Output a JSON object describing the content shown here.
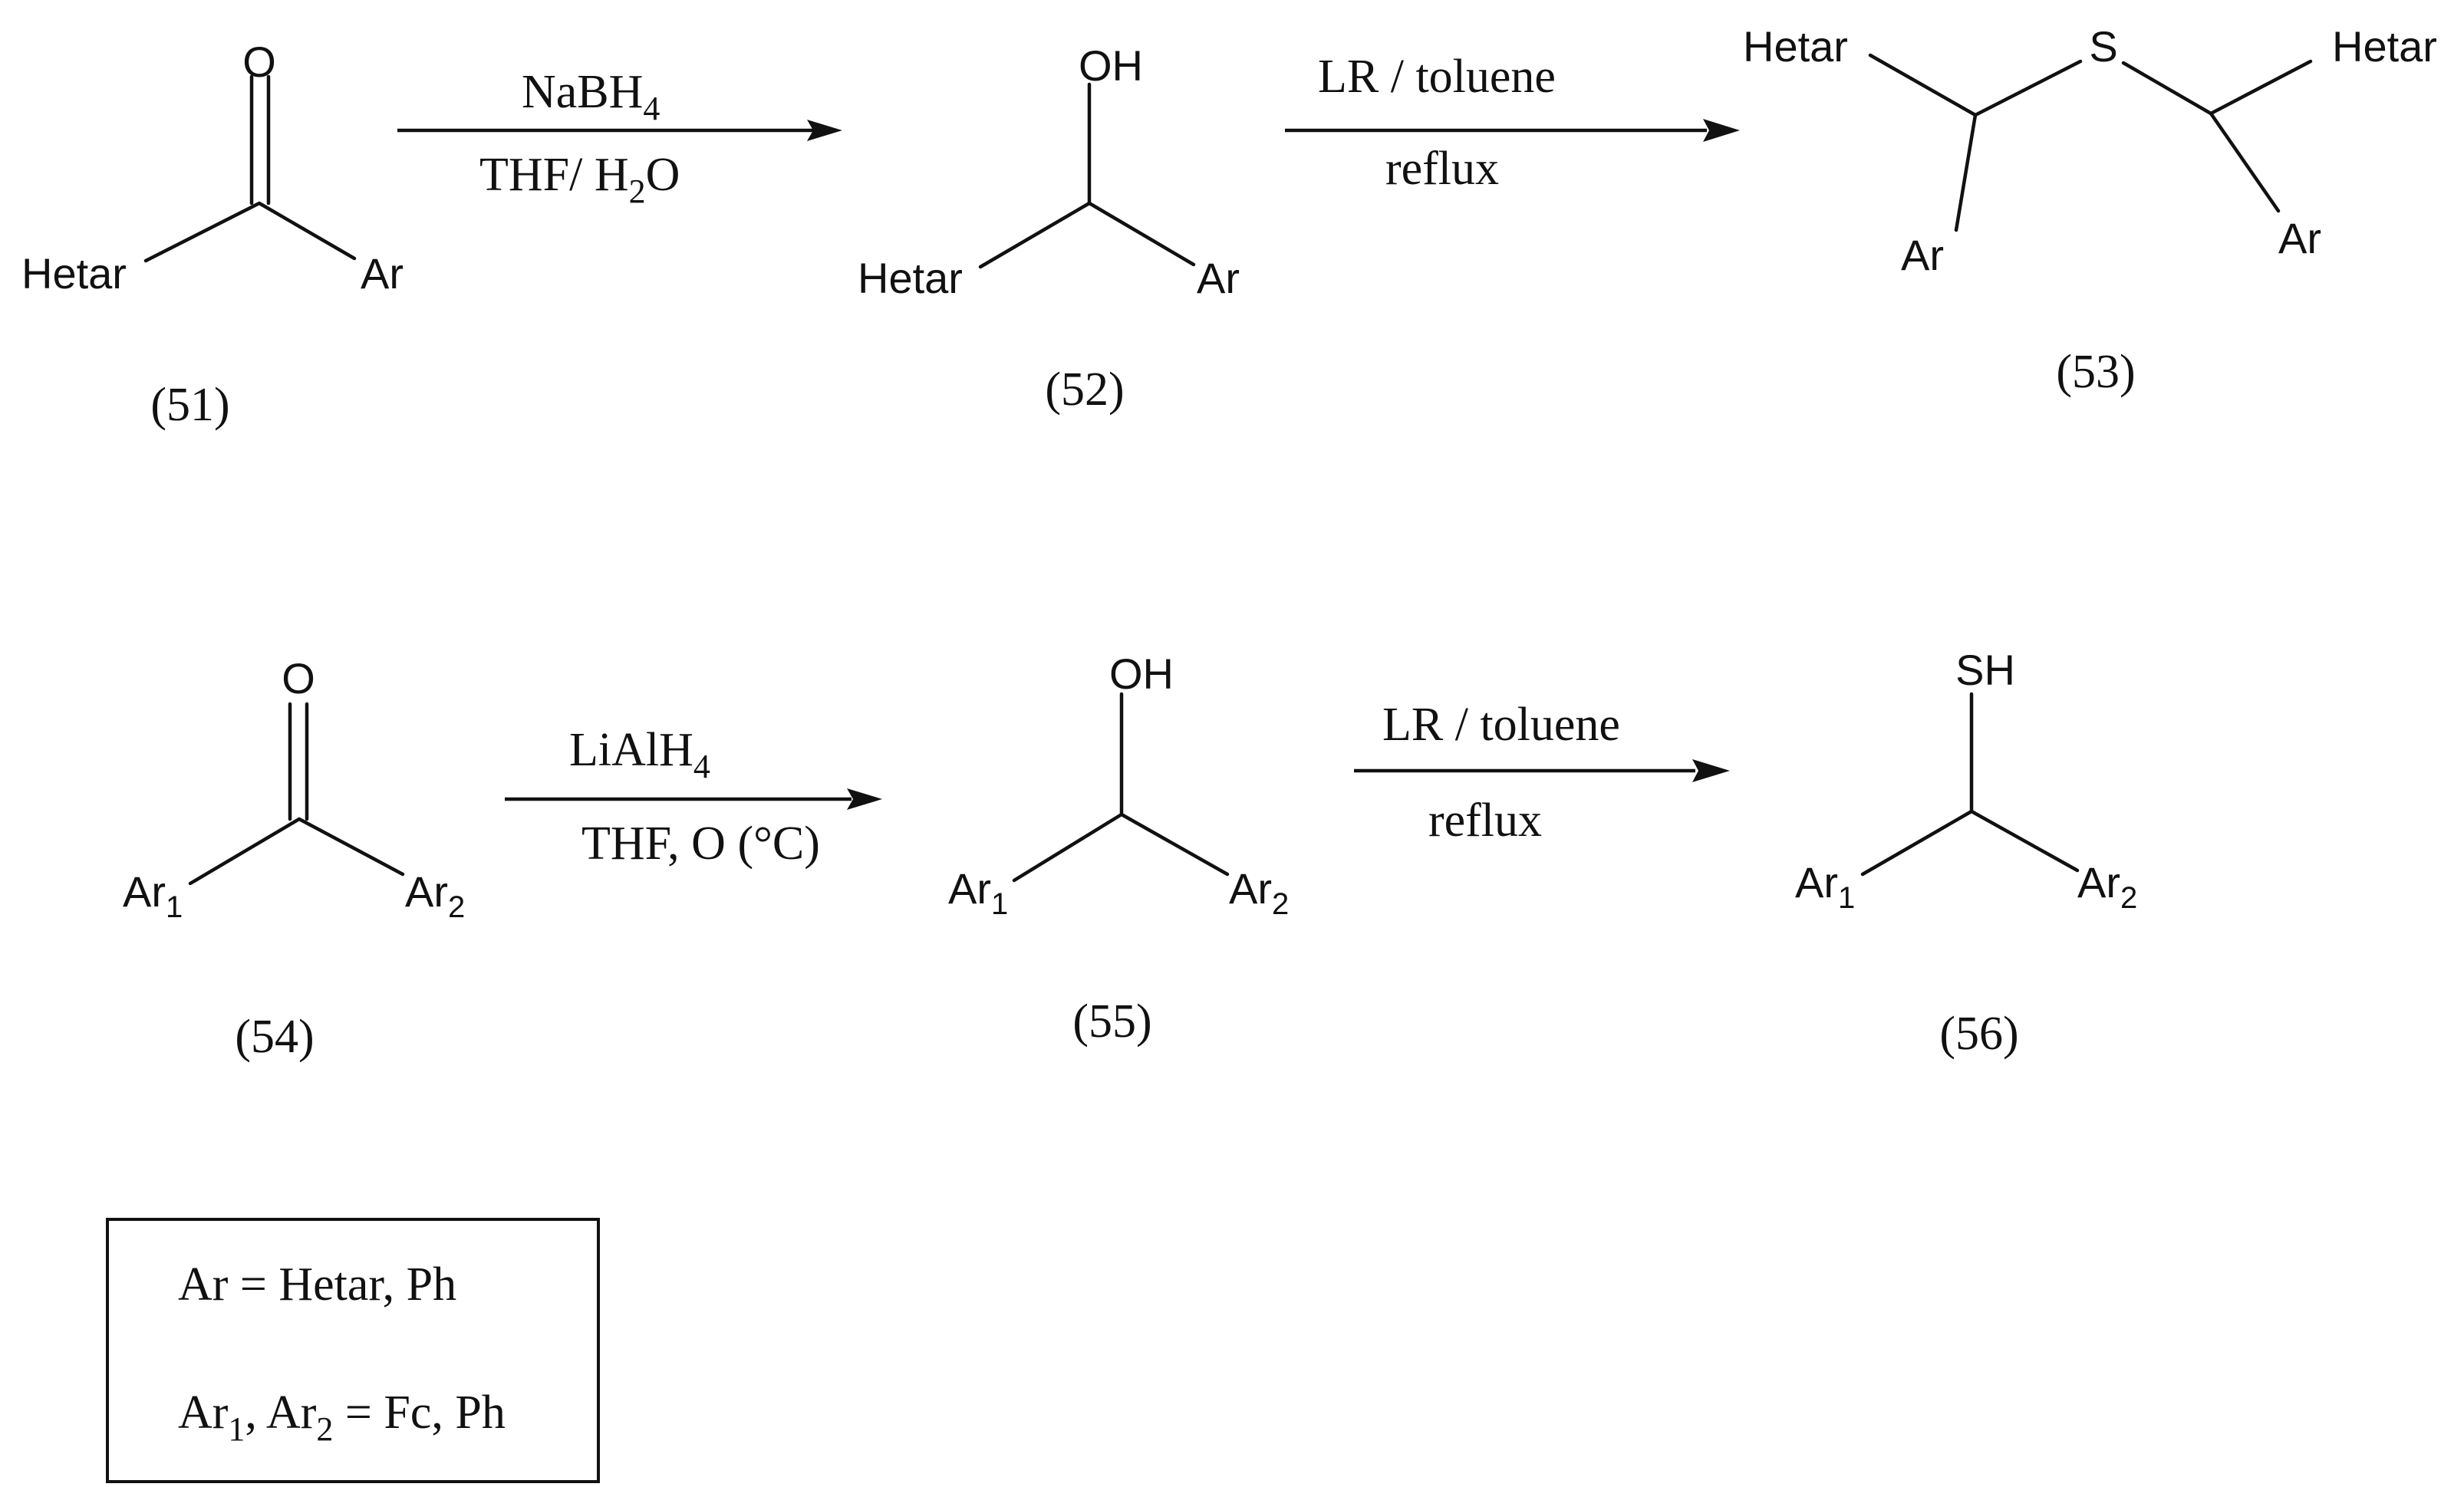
{
  "compounds": {
    "c51": {
      "label": "(51)",
      "left": "Hetar",
      "right": "Ar",
      "top": "O"
    },
    "c52": {
      "label": "(52)",
      "left": "Hetar",
      "right": "Ar",
      "top": "OH"
    },
    "c53": {
      "label": "(53)",
      "left_top": "Hetar",
      "left_bottom": "Ar",
      "center": "S",
      "right_top": "Hetar",
      "right_bottom": "Ar"
    },
    "c54": {
      "label": "(54)",
      "left": "Ar",
      "left_sub": "1",
      "right": "Ar",
      "right_sub": "2",
      "top": "O"
    },
    "c55": {
      "label": "(55)",
      "left": "Ar",
      "left_sub": "1",
      "right": "Ar",
      "right_sub": "2",
      "top": "OH"
    },
    "c56": {
      "label": "(56)",
      "left": "Ar",
      "left_sub": "1",
      "right": "Ar",
      "right_sub": "2",
      "top": "SH"
    }
  },
  "reactions": {
    "r1": {
      "above": "NaBH",
      "above_sub": "4",
      "below_a": "THF/ H",
      "below_sub": "2",
      "below_b": "O"
    },
    "r2": {
      "above": "LR / toluene",
      "below": "reflux"
    },
    "r3": {
      "above": "LiAlH",
      "above_sub": "4",
      "below": "THF, O (°C)"
    },
    "r4": {
      "above": "LR / toluene",
      "below": "reflux"
    }
  },
  "legend": {
    "line1": "Ar = Hetar, Ph",
    "line2_a": "Ar",
    "line2_sub1": "1",
    "line2_b": ", Ar",
    "line2_sub2": "2",
    "line2_c": " = Fc, Ph"
  }
}
